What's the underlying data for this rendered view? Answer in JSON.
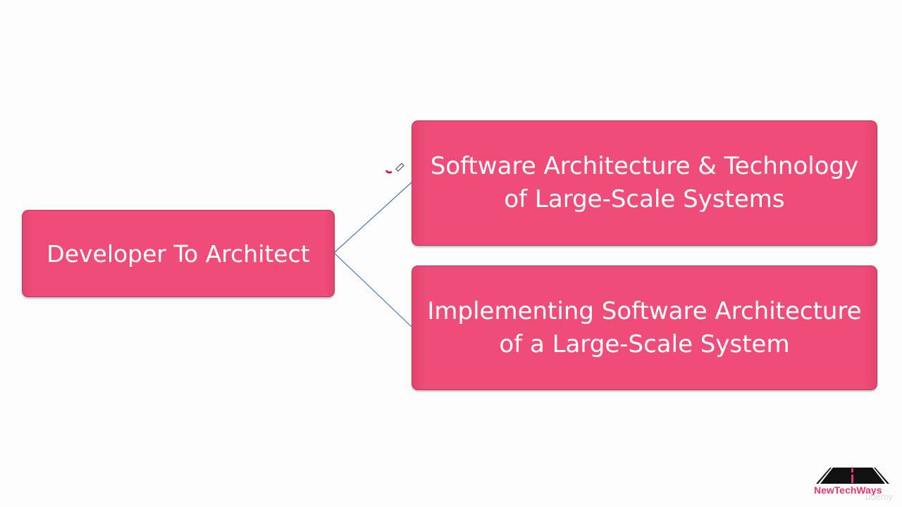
{
  "root": {
    "label": "Developer To Architect"
  },
  "children": [
    {
      "line1": "Software Architecture & Technology",
      "line2": "of Large-Scale Systems"
    },
    {
      "line1": "Implementing Software Architecture",
      "line2": "of a Large-Scale System"
    }
  ],
  "logo": {
    "brand": "NewTechWays",
    "watermark": "udemy"
  },
  "colors": {
    "box": "#ef4c79",
    "connector": "#4a7ab0",
    "brand": "#e8376d"
  }
}
